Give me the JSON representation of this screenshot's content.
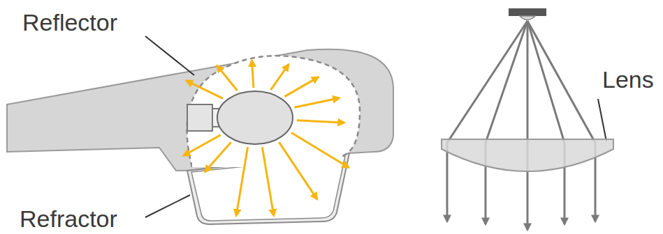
{
  "diagram": {
    "labels": [
      "Reflector",
      "Refractor",
      "Lens"
    ]
  }
}
